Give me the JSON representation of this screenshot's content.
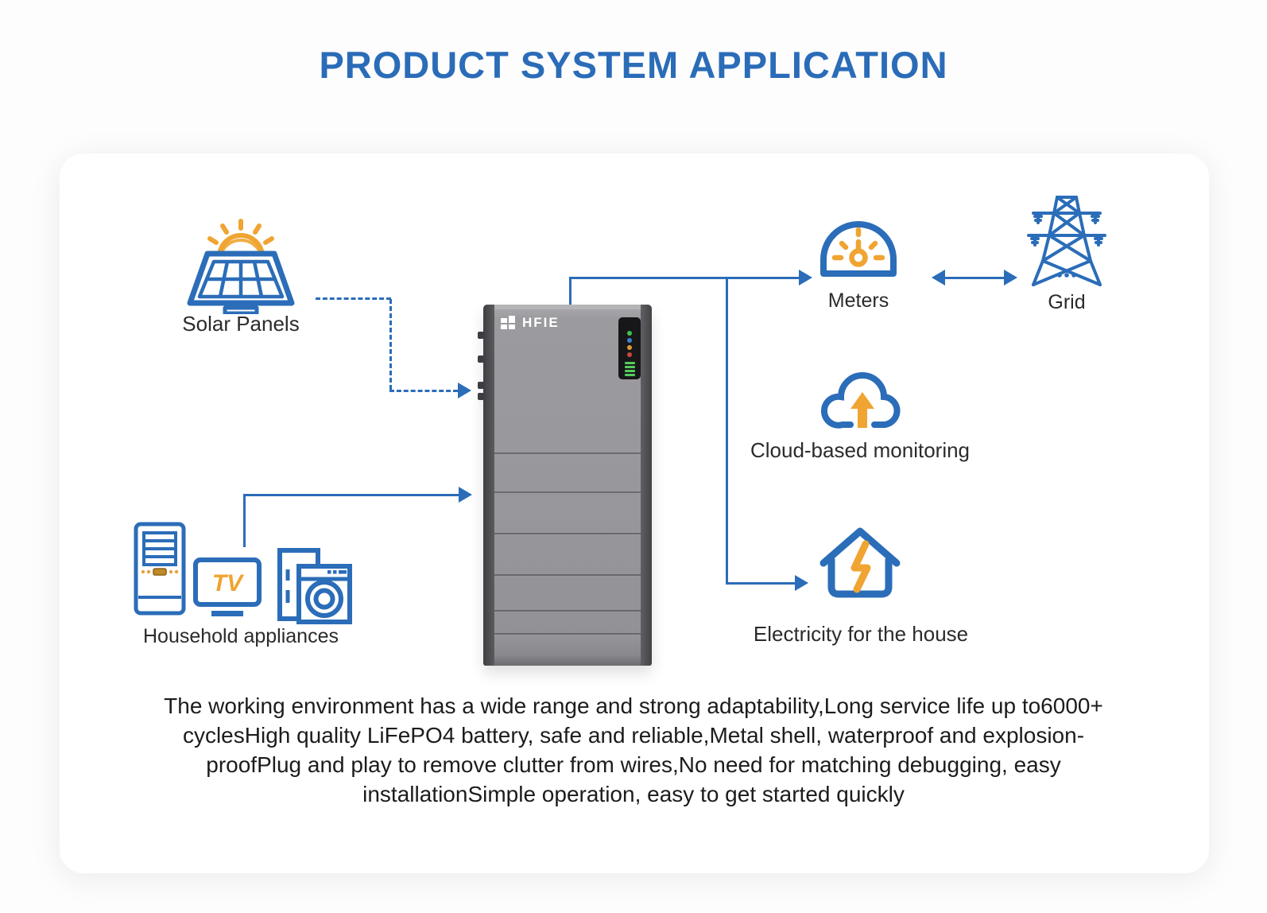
{
  "page": {
    "title": "PRODUCT SYSTEM APPLICATION"
  },
  "battery": {
    "brand": "HFIE"
  },
  "nodes": {
    "solar": {
      "label": "Solar Panels"
    },
    "meters": {
      "label": "Meters"
    },
    "grid": {
      "label": "Grid"
    },
    "cloud": {
      "label": "Cloud-based monitoring"
    },
    "house": {
      "label": "Electricity for the house"
    },
    "appliances": {
      "label": "Household appliances",
      "tv_text": "TV"
    }
  },
  "description": {
    "lines": [
      "The working environment has a wide range and strong adaptability,Long service life up to6000+",
      "cyclesHigh quality LiFePO4 battery, safe and reliable,Metal shell, waterproof and explosion-",
      "proofPlug and play to remove clutter from wires,No need for matching debugging, easy",
      "installationSimple operation, easy to get started quickly"
    ]
  },
  "colors": {
    "accent_blue": "#2b6db8",
    "accent_orange": "#f0a431",
    "title_blue": "#2a6cb8",
    "battery_gray": "#98989c"
  }
}
